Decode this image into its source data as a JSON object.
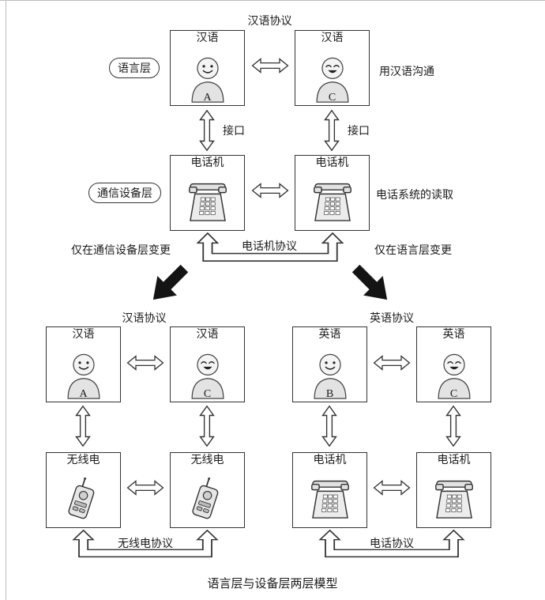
{
  "caption": "语言层与设备层两层模型",
  "top": {
    "protocol_title": "汉语协议",
    "language_layer_label": "语言层",
    "device_layer_label": "通信设备层",
    "note_language": "用汉语沟通",
    "note_device": "电话系统的读取",
    "interface_label_left": "接口",
    "interface_label_right": "接口",
    "device_protocol_label": "电话机协议",
    "change_note_left": "仅在通信设备层变更",
    "change_note_right": "仅在语言层变更",
    "person_a": {
      "lang": "汉语",
      "name": "A"
    },
    "person_c": {
      "lang": "汉语",
      "name": "C"
    },
    "phone_left_label": "电话机",
    "phone_right_label": "电话机"
  },
  "bottom_left": {
    "protocol_title": "汉语协议",
    "person_1": {
      "lang": "汉语",
      "name": "A"
    },
    "person_2": {
      "lang": "汉语",
      "name": "C"
    },
    "device_1_label": "无线电",
    "device_2_label": "无线电",
    "device_protocol_label": "无线电协议"
  },
  "bottom_right": {
    "protocol_title": "英语协议",
    "person_1": {
      "lang": "英语",
      "name": "B"
    },
    "person_2": {
      "lang": "英语",
      "name": "C"
    },
    "device_1_label": "电话机",
    "device_2_label": "电话机",
    "device_protocol_label": "电话协议"
  }
}
